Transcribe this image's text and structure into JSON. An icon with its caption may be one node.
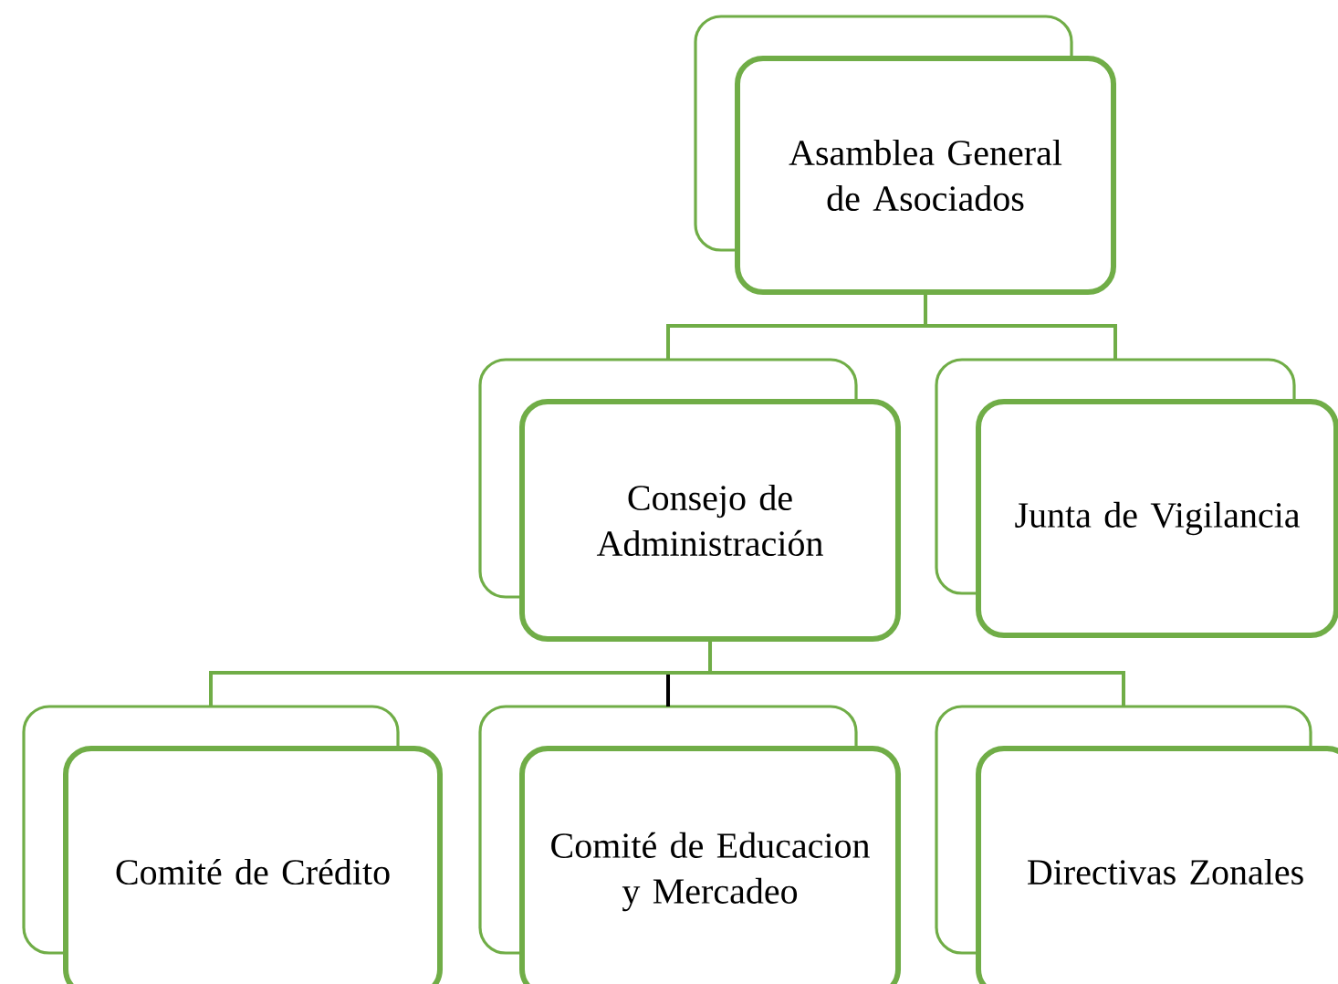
{
  "diagram": {
    "nodes": [
      {
        "text": [
          "Asamblea General de Asociados"
        ]
      },
      {
        "text": [
          "Consejo de Administración"
        ]
      },
      {
        "text": [
          "Junta de Vigilancia"
        ]
      },
      {
        "text": [
          "Comité de Crédito"
        ]
      },
      {
        "text": [
          "Comité de Educacion y Mercadeo"
        ]
      },
      {
        "text": [
          "Directivas Zonales"
        ]
      }
    ],
    "edges": [
      {
        "from": 0,
        "to": 1,
        "arrow": "none"
      },
      {
        "from": 0,
        "to": 2,
        "arrow": "none"
      },
      {
        "from": 1,
        "to": 4,
        "arrow": "none",
        "color": "#000000"
      },
      {
        "from": 1,
        "to": 3,
        "arrow": "none"
      },
      {
        "from": 1,
        "to": 5,
        "arrow": "none"
      }
    ]
  }
}
